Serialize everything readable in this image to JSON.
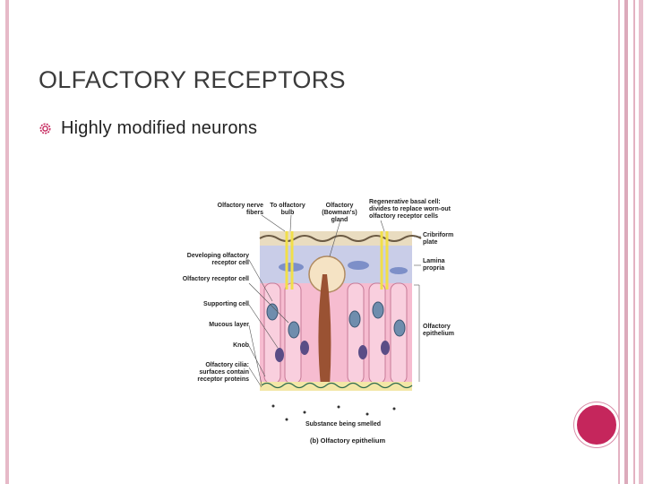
{
  "slide": {
    "title": "OLFACTORY RECEPTORS",
    "bullets": [
      "Highly modified neurons"
    ]
  },
  "figure": {
    "caption": "(b) Olfactory epithelium",
    "labels": {
      "olfactory_nerve_fibers": "Olfactory nerve fibers",
      "to_olfactory_bulb": "To olfactory bulb",
      "olfactory_gland": "Olfactory (Bowman's) gland",
      "regenerative_basal_cell": "Regenerative basal cell: divides to replace worn-out olfactory receptor cells",
      "cribriform_plate": "Cribriform plate",
      "lamina_propria": "Lamina propria",
      "developing_olfactory_receptor_cell": "Developing olfactory receptor cell",
      "olfactory_receptor_cell": "Olfactory receptor cell",
      "supporting_cell": "Supporting cell",
      "mucous_layer": "Mucous layer",
      "knob": "Knob",
      "olfactory_cilia": "Olfactory cilia: surfaces contain receptor proteins",
      "olfactory_epithelium": "Olfactory epithelium",
      "substance_being_smelled": "Substance being smelled"
    }
  },
  "colors": {
    "frame": "#e6b9c8",
    "accent_circle": "#c5265c",
    "title_text": "#3b3b3b"
  }
}
